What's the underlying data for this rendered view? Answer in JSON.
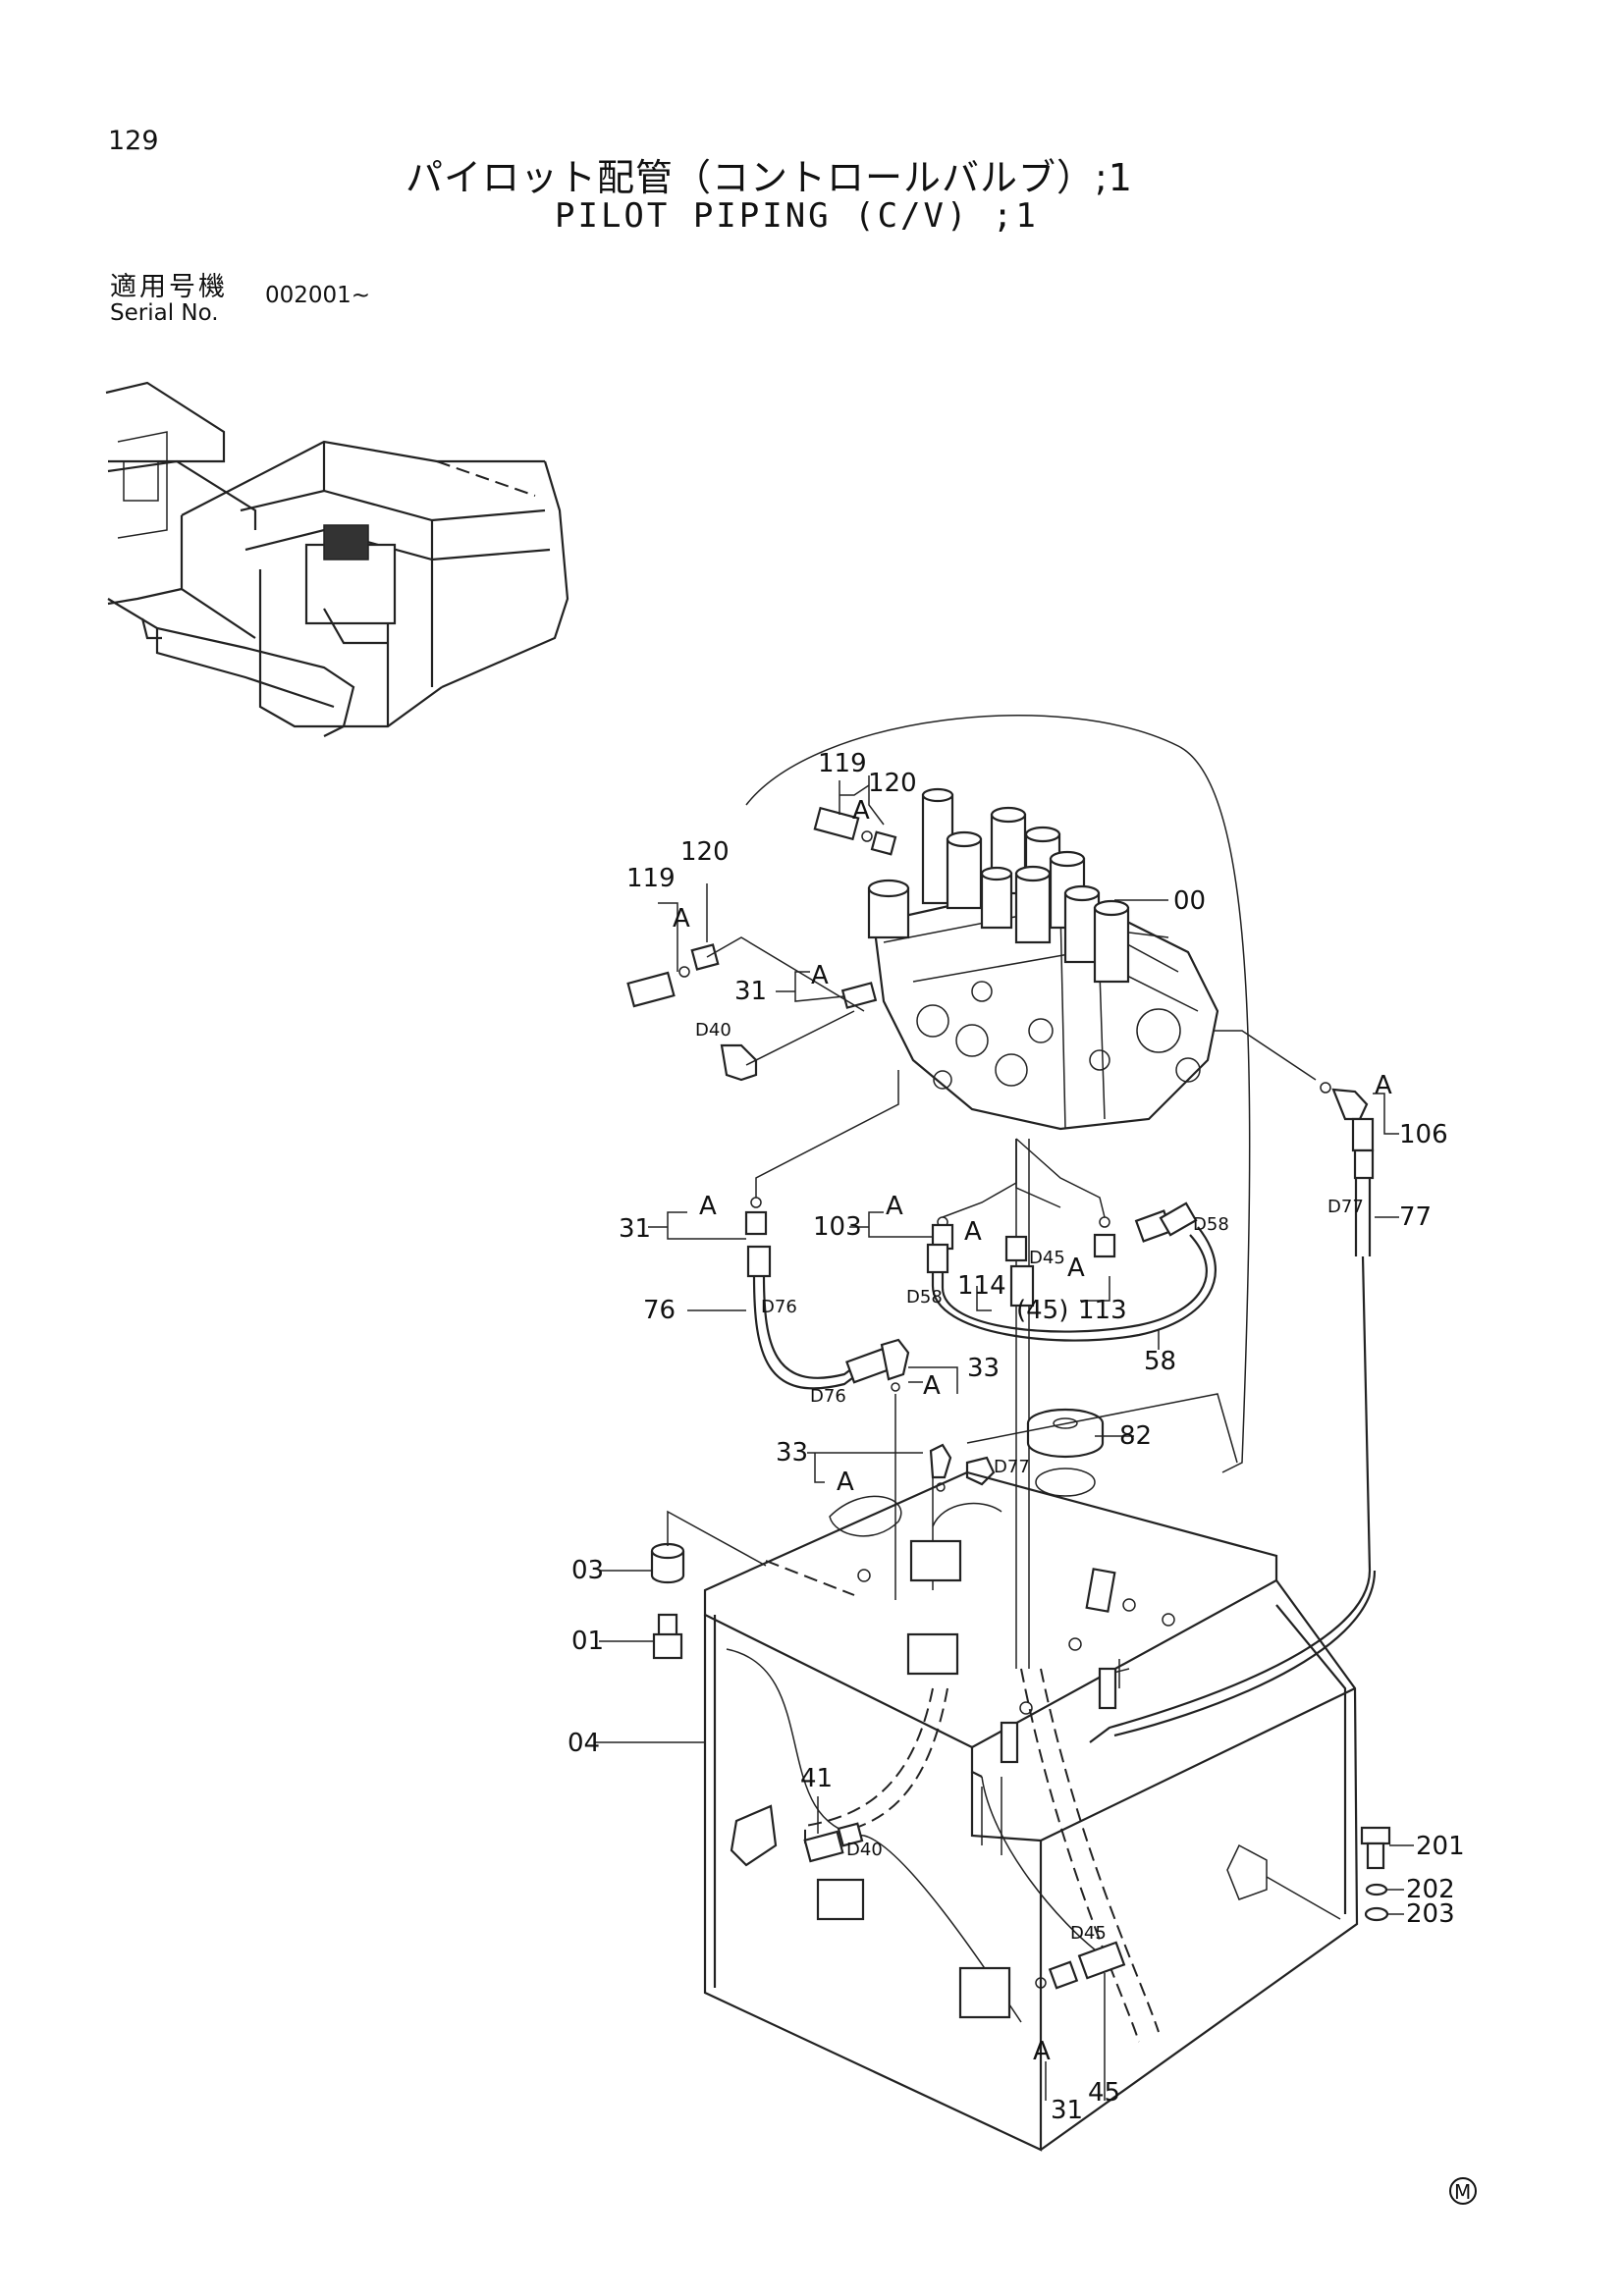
{
  "header": {
    "page_number": "129",
    "title_jp": "パイロット配管（コントロールバルブ）;1",
    "title_en": "PILOT PIPING (C/V) ;1",
    "serial_label_jp": "適用号機",
    "serial_label_en": "Serial No.",
    "serial_value": "002001~"
  },
  "callouts": {
    "p119a": "119",
    "p120a": "120",
    "p119b": "119",
    "p120b": "120",
    "p00": "00",
    "p31a": "31",
    "p106": "106",
    "p77": "77",
    "p31b": "31",
    "p103": "103",
    "p114": "114",
    "p45b": "(45)",
    "p113": "113",
    "p76": "76",
    "p58": "58",
    "p33a": "33",
    "p33b": "33",
    "p82": "82",
    "p03": "03",
    "p01": "01",
    "p04": "04",
    "p41": "41",
    "p201": "201",
    "p202": "202",
    "p203": "203",
    "p31c": "31",
    "p45c": "45"
  },
  "markers": {
    "a1": "A",
    "a2": "A",
    "a3": "A",
    "a4": "A",
    "a5": "A",
    "a6": "A",
    "a7": "A",
    "a8": "A",
    "a9": "A",
    "a10": "A",
    "a11": "A",
    "a12": "A"
  },
  "hose_codes": {
    "d40a": "D40",
    "d40b": "D40",
    "d45a": "D45",
    "d45b": "D45",
    "d58a": "D58",
    "d58b": "D58",
    "d76a": "D76",
    "d76b": "D76",
    "d77a": "D77",
    "d77b": "D77"
  },
  "footer": {
    "mark": "M"
  }
}
